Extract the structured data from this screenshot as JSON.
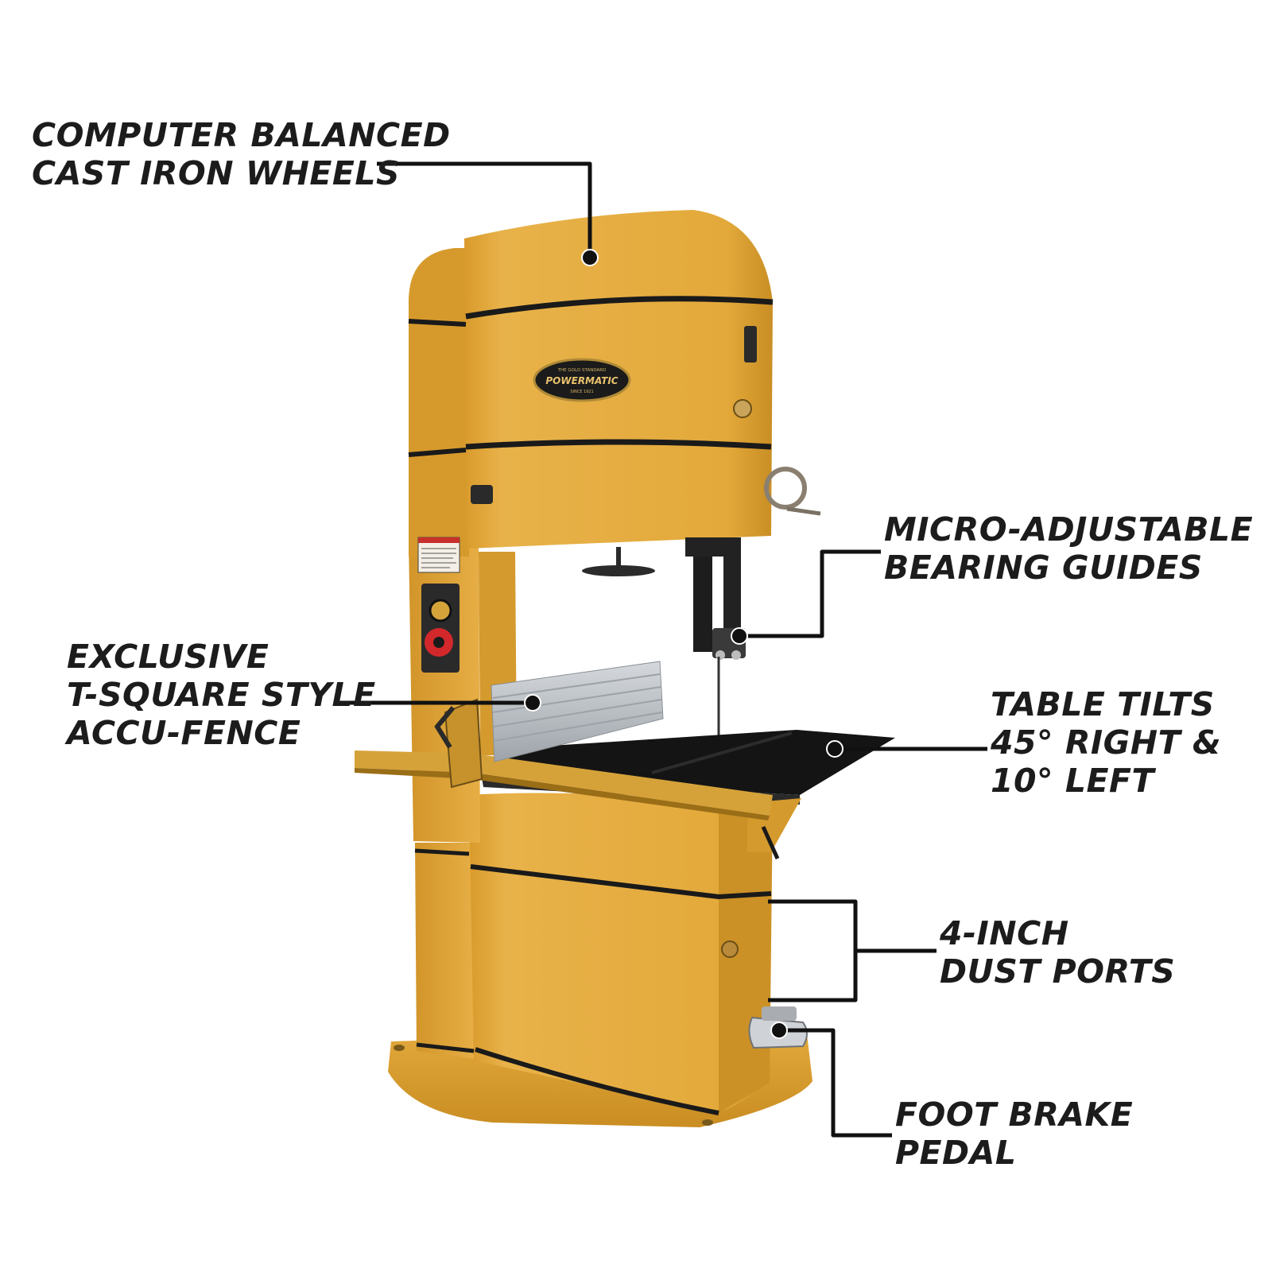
{
  "image": {
    "brand_badge": {
      "top": "THE GOLD STANDARD",
      "name": "POWERMATIC",
      "bottom": "SINCE 1921"
    },
    "colors": {
      "machine_yellow": "#E3A93A",
      "machine_shade": "#B8801E",
      "stripe": "#1A1A1A",
      "table": "#141414",
      "fence": "#B9BEC4",
      "callout_text": "#1C1C1C",
      "background": "#FFFFFF"
    }
  },
  "callouts": {
    "wheels": {
      "line1": "COMPUTER BALANCED",
      "line2": "CAST IRON WHEELS"
    },
    "guides": {
      "line1": "MICRO-ADJUSTABLE",
      "line2": "BEARING GUIDES"
    },
    "fence": {
      "line1": "EXCLUSIVE",
      "line2": "T-SQUARE STYLE",
      "line3": "ACCU-FENCE"
    },
    "table": {
      "line1": "TABLE TILTS",
      "line2": "45° RIGHT &",
      "line3": "10° LEFT"
    },
    "dust": {
      "line1": "4-INCH",
      "line2": "DUST PORTS"
    },
    "brake": {
      "line1": "FOOT BRAKE",
      "line2": "PEDAL"
    }
  }
}
